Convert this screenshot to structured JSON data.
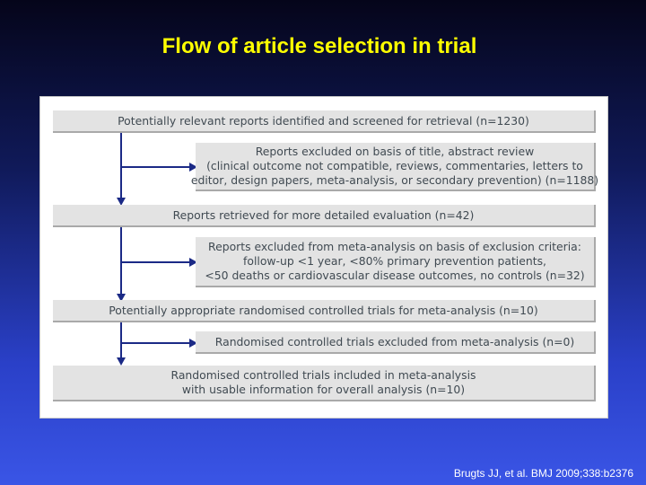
{
  "slide": {
    "title": "Flow of article selection in trial",
    "citation": "Brugts JJ, et al. BMJ 2009;338:b2376"
  },
  "flowchart": {
    "screened": {
      "lines": [
        "Potentially relevant reports identified and screened for retrieval (n=1230)"
      ]
    },
    "excluded_title": {
      "lines": [
        "Reports excluded on basis of title, abstract review",
        "(clinical outcome not compatible, reviews, commentaries, letters to",
        "editor, design papers, meta-analysis, or secondary prevention) (n=1188)"
      ]
    },
    "retrieved": {
      "lines": [
        "Reports retrieved for more detailed evaluation (n=42)"
      ]
    },
    "excluded_criteria": {
      "lines": [
        "Reports excluded from meta-analysis on basis of exclusion criteria:",
        "follow-up <1 year, <80% primary prevention patients,",
        "<50 deaths or cardiovascular disease outcomes, no controls (n=32)"
      ]
    },
    "appropriate": {
      "lines": [
        "Potentially appropriate randomised controlled trials for meta-analysis (n=10)"
      ]
    },
    "excluded_rct": {
      "lines": [
        "Randomised controlled trials excluded from meta-analysis (n=0)"
      ]
    },
    "included": {
      "lines": [
        "Randomised controlled trials included in meta-analysis",
        "with usable information for overall analysis (n=10)"
      ]
    }
  }
}
